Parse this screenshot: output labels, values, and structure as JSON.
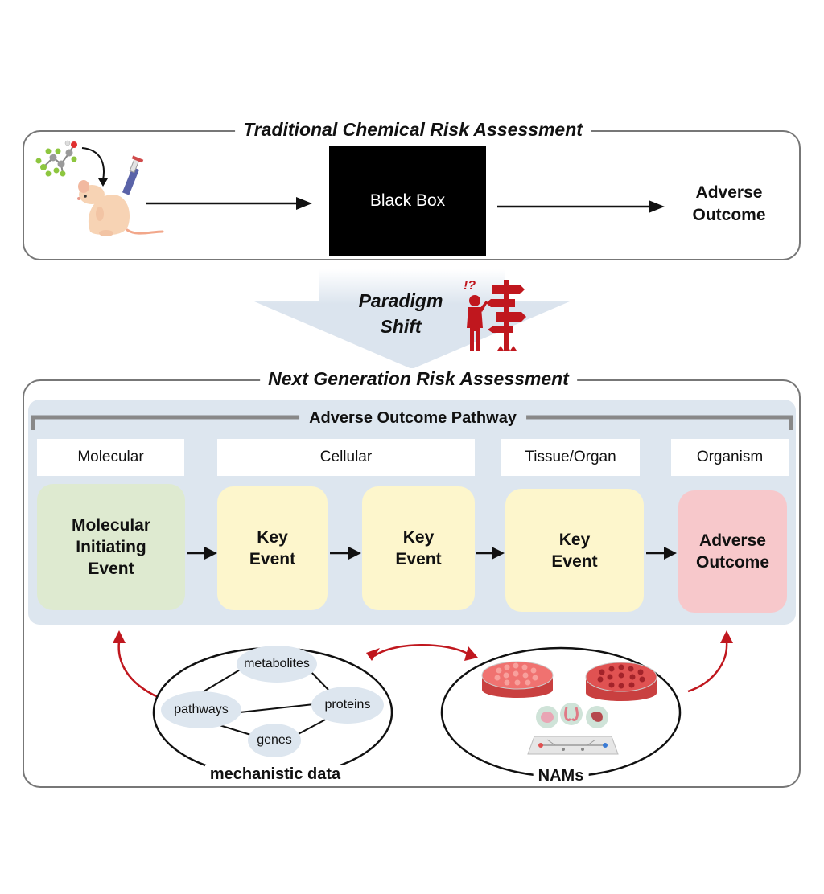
{
  "traditional": {
    "title": "Traditional Chemical Risk Assessment",
    "black_box": "Black Box",
    "outcome_line1": "Adverse",
    "outcome_line2": "Outcome"
  },
  "shift": {
    "line1": "Paradigm",
    "line2": "Shift",
    "mark": "!?"
  },
  "ngra": {
    "title": "Next Generation Risk Assessment",
    "aop_title": "Adverse Outcome Pathway",
    "levels": [
      "Molecular",
      "Cellular",
      "Tissue/Organ",
      "Organism"
    ],
    "events": {
      "mie": [
        "Molecular",
        "Initiating",
        "Event"
      ],
      "ke1": [
        "Key",
        "Event"
      ],
      "ke2": [
        "Key",
        "Event"
      ],
      "ke3": [
        "Key",
        "Event"
      ],
      "ao": [
        "Adverse",
        "Outcome"
      ]
    },
    "mechanistic": {
      "nodes": [
        "metabolites",
        "pathways",
        "proteins",
        "genes"
      ],
      "caption": "mechanistic data"
    },
    "nams": {
      "caption": "NAMs"
    }
  },
  "colors": {
    "accent_red": "#c0171e",
    "green": "#deead0",
    "yellow": "#fdf6cc",
    "pink": "#f7c8cb",
    "aop_bg": "#dde6ef"
  }
}
